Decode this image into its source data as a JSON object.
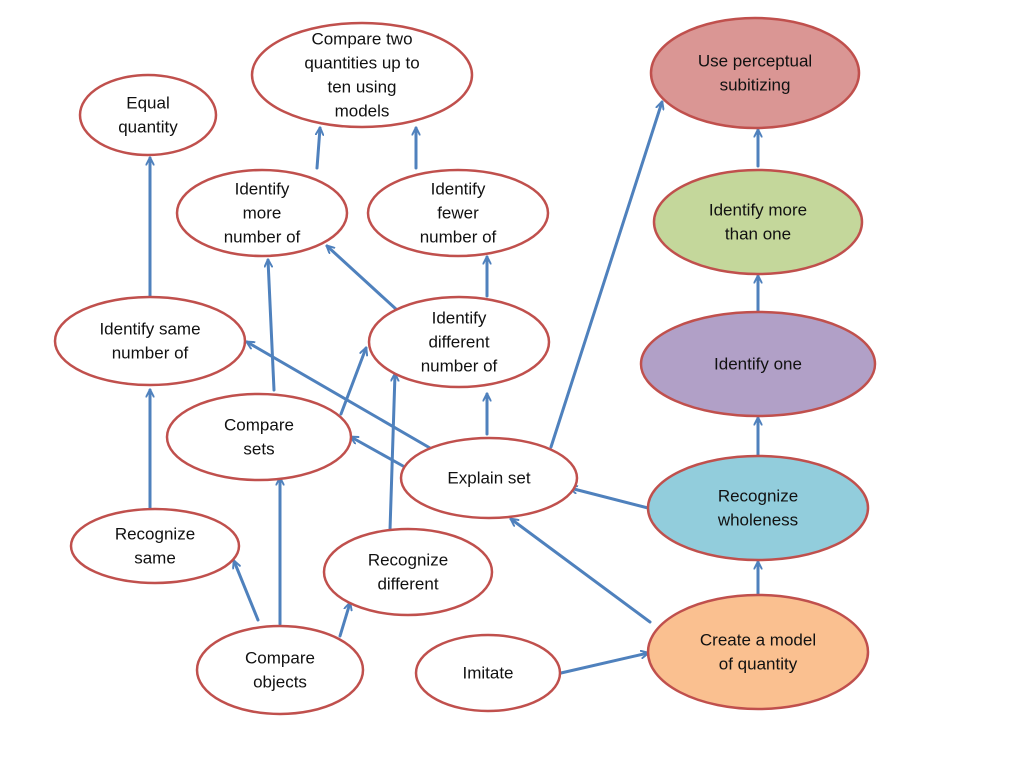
{
  "diagram": {
    "nodes": [
      {
        "id": "equal_quantity",
        "lines": [
          "Equal",
          "quantity"
        ],
        "fill": "#ffffff"
      },
      {
        "id": "compare_two_quantities",
        "lines": [
          "Compare two",
          "quantities up to",
          "ten using",
          "models"
        ],
        "fill": "#ffffff"
      },
      {
        "id": "use_perceptual_subitizing",
        "lines": [
          "Use perceptual",
          "subitizing"
        ],
        "fill": "#da9694"
      },
      {
        "id": "identify_more_number_of",
        "lines": [
          "Identify",
          "more",
          "number of"
        ],
        "fill": "#ffffff"
      },
      {
        "id": "identify_fewer_number_of",
        "lines": [
          "Identify",
          "fewer",
          "number of"
        ],
        "fill": "#ffffff"
      },
      {
        "id": "identify_more_than_one",
        "lines": [
          "Identify more",
          "than one"
        ],
        "fill": "#c4d79b"
      },
      {
        "id": "identify_same_number_of",
        "lines": [
          "Identify same",
          "number of"
        ],
        "fill": "#ffffff"
      },
      {
        "id": "identify_different_number_of",
        "lines": [
          "Identify",
          "different",
          "number of"
        ],
        "fill": "#ffffff"
      },
      {
        "id": "identify_one",
        "lines": [
          "Identify one"
        ],
        "fill": "#b1a0c7"
      },
      {
        "id": "compare_sets",
        "lines": [
          "Compare",
          "sets"
        ],
        "fill": "#ffffff"
      },
      {
        "id": "explain_set",
        "lines": [
          "Explain set"
        ],
        "fill": "#ffffff"
      },
      {
        "id": "recognize_wholeness",
        "lines": [
          "Recognize",
          "wholeness"
        ],
        "fill": "#92cddc"
      },
      {
        "id": "recognize_same",
        "lines": [
          "Recognize",
          "same"
        ],
        "fill": "#ffffff"
      },
      {
        "id": "recognize_different",
        "lines": [
          "Recognize",
          "different"
        ],
        "fill": "#ffffff"
      },
      {
        "id": "compare_objects",
        "lines": [
          "Compare",
          "objects"
        ],
        "fill": "#ffffff"
      },
      {
        "id": "imitate",
        "lines": [
          "Imitate"
        ],
        "fill": "#ffffff"
      },
      {
        "id": "create_model_of_quantity",
        "lines": [
          "Create a model",
          "of quantity"
        ],
        "fill": "#fac090"
      }
    ],
    "edges": [
      {
        "from": "identify_same_number_of",
        "to": "equal_quantity"
      },
      {
        "from": "recognize_same",
        "to": "identify_same_number_of"
      },
      {
        "from": "compare_objects",
        "to": "recognize_same"
      },
      {
        "from": "compare_objects",
        "to": "compare_sets"
      },
      {
        "from": "compare_objects",
        "to": "recognize_different"
      },
      {
        "from": "compare_sets",
        "to": "identify_more_number_of"
      },
      {
        "from": "compare_sets",
        "to": "identify_different_number_of"
      },
      {
        "from": "recognize_different",
        "to": "identify_different_number_of"
      },
      {
        "from": "identify_more_number_of",
        "to": "compare_two_quantities"
      },
      {
        "from": "identify_fewer_number_of",
        "to": "compare_two_quantities"
      },
      {
        "from": "identify_different_number_of",
        "to": "identify_more_number_of"
      },
      {
        "from": "identify_different_number_of",
        "to": "identify_fewer_number_of"
      },
      {
        "from": "explain_set",
        "to": "identify_same_number_of"
      },
      {
        "from": "explain_set",
        "to": "compare_sets"
      },
      {
        "from": "explain_set",
        "to": "identify_different_number_of"
      },
      {
        "from": "explain_set",
        "to": "use_perceptual_subitizing"
      },
      {
        "from": "recognize_wholeness",
        "to": "explain_set"
      },
      {
        "from": "create_model_of_quantity",
        "to": "explain_set"
      },
      {
        "from": "imitate",
        "to": "create_model_of_quantity"
      },
      {
        "from": "create_model_of_quantity",
        "to": "recognize_wholeness"
      },
      {
        "from": "recognize_wholeness",
        "to": "identify_one"
      },
      {
        "from": "identify_one",
        "to": "identify_more_than_one"
      },
      {
        "from": "identify_more_than_one",
        "to": "use_perceptual_subitizing"
      }
    ],
    "colors": {
      "node_stroke": "#c0504d",
      "arrow": "#4f81bd",
      "text": "#111111"
    }
  }
}
